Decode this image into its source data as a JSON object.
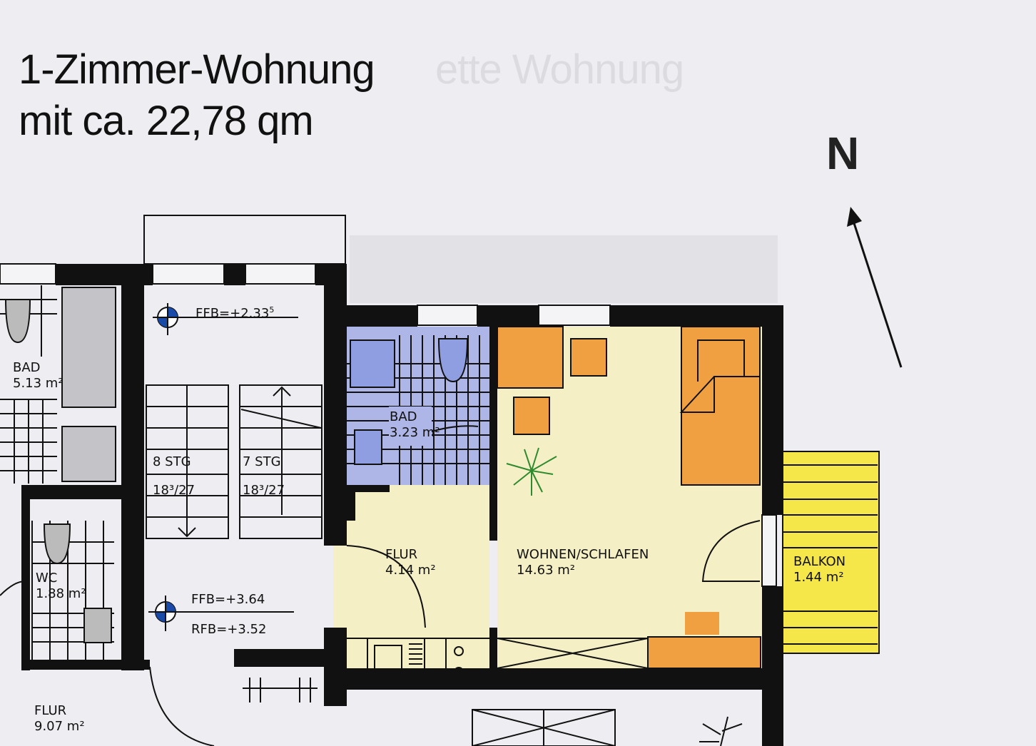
{
  "title": {
    "line1": "1-Zimmer-Wohnung",
    "line2": "mit ca. 22,78 qm",
    "ghost_text": "ette Wohnung"
  },
  "compass": {
    "label": "N",
    "icon": "north-arrow-icon"
  },
  "rooms": [
    {
      "name": "BAD",
      "area": "5.13 m²",
      "unit": "neighbor"
    },
    {
      "name": "WC",
      "area": "1.88 m²",
      "unit": "neighbor"
    },
    {
      "name": "FLUR",
      "area": "9.07 m²",
      "unit": "neighbor"
    },
    {
      "name": "BAD",
      "area": "3.23 m²",
      "unit": "apartment",
      "color": "#aeb6e8"
    },
    {
      "name": "FLUR",
      "area": "4.14 m²",
      "unit": "apartment",
      "color": "#f4efc4"
    },
    {
      "name": "WOHNEN/SCHLAFEN",
      "area": "14.63 m²",
      "unit": "apartment",
      "color": "#f4efc4"
    },
    {
      "name": "BALKON",
      "area": "1.44 m²",
      "unit": "apartment",
      "color": "#f5e64a"
    }
  ],
  "stairs": [
    {
      "steps": "8 STG",
      "ratio": "18³/27"
    },
    {
      "steps": "7 STG",
      "ratio": "18³/27"
    }
  ],
  "levels": [
    {
      "label": "FFB=+2.33",
      "sup": "5"
    },
    {
      "label": "FFB=+3.64",
      "sup": ""
    },
    {
      "label": "RFB=+3.52",
      "sup": ""
    }
  ],
  "colors": {
    "wall": "#111111",
    "bath": "#aeb6e8",
    "floor": "#f4efc4",
    "furniture": "#f0a040",
    "balcony": "#f5e64a",
    "marker": "#1a4aa8",
    "paper": "#eeedf1"
  }
}
